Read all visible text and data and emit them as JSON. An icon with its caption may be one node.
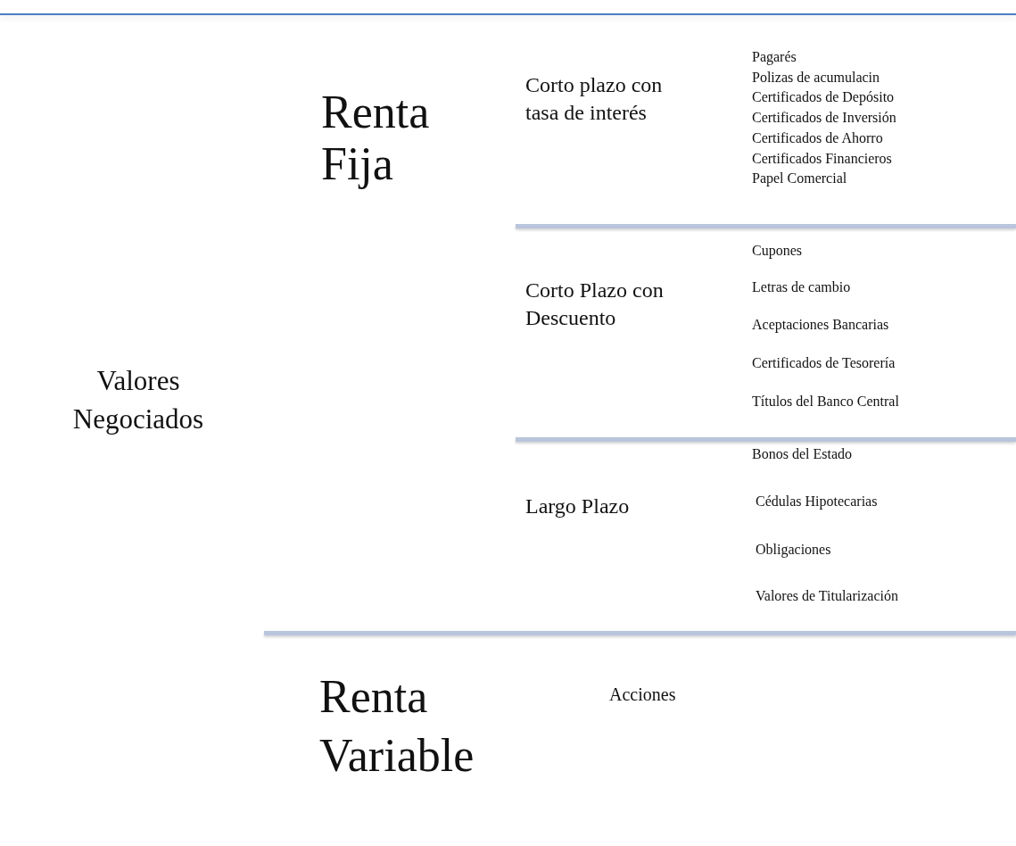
{
  "diagram": {
    "labels": [
      "Valores Negociados",
      "Renta Fija",
      "Corto plazo con tasa de interés",
      "Pagarés",
      "Polizas de acumulacin",
      "Certificados de Depósito",
      "Certificados de Inversión",
      "Certificados de Ahorro",
      "Certificados Financieros",
      "Papel Comercial",
      "Corto Plazo con Descuento",
      "Cupones",
      "Letras de cambio",
      "Aceptaciones Bancarias",
      "Certificados de Tesorería",
      "Títulos del Banco Central",
      "Largo Plazo",
      "Bonos del Estado",
      "Cédulas Hipotecarias",
      "Obligaciones",
      "Valores de Titularización",
      "Renta Variable",
      "Acciones"
    ]
  }
}
